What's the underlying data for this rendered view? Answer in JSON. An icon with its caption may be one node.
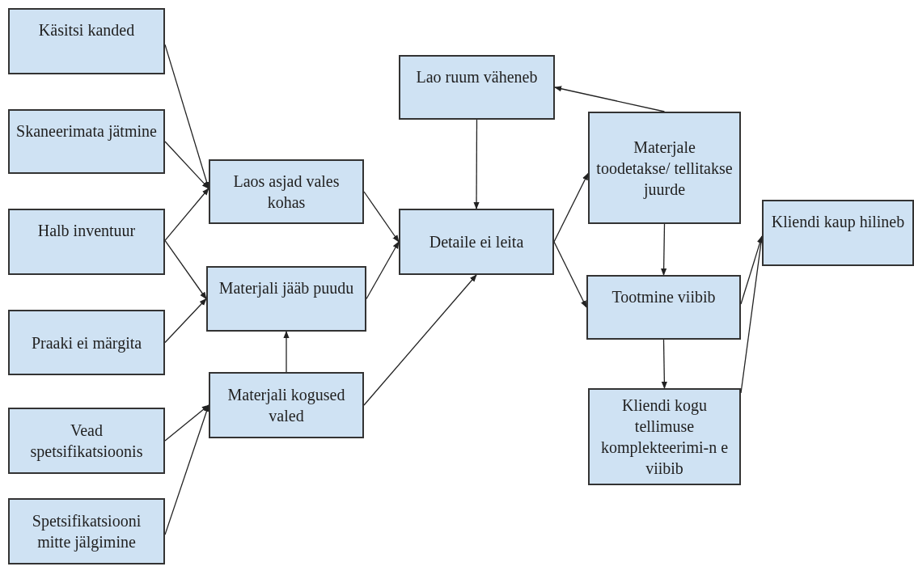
{
  "diagram": {
    "nodes": [
      {
        "text": [
          "Käsitsi kanded"
        ]
      },
      {
        "text": [
          "Skaneerimata jätmine"
        ]
      },
      {
        "text": [
          "Halb inventuur"
        ]
      },
      {
        "text": [
          "Laos asjad vales kohas"
        ]
      },
      {
        "text": [
          "Praaki ei märgita"
        ]
      },
      {
        "text": [
          "Materjali jääb puudu"
        ]
      },
      {
        "text": [
          "Vead spetsifikatsioonis"
        ]
      },
      {
        "text": [
          "Materjali kogused valed"
        ]
      },
      {
        "text": [
          "Spetsifikatsiooni mitte jälgimine"
        ]
      },
      {
        "text": [
          "Lao ruum väheneb"
        ]
      },
      {
        "text": [
          "Detaile ei leita"
        ]
      },
      {
        "text": [
          "Materjale toodetakse/ tellitakse juurde"
        ]
      },
      {
        "text": [
          "Tootmine viibib"
        ]
      },
      {
        "text": [
          "Kliendi kogu tellimuse komplekteerimi-n e viibib"
        ]
      },
      {
        "text": [
          "Kliendi kaup hilineb"
        ]
      }
    ],
    "edges": [
      {
        "from": 0,
        "to": 3,
        "arrow": "to"
      },
      {
        "from": 1,
        "to": 3,
        "arrow": "to"
      },
      {
        "from": 2,
        "to": 3,
        "arrow": "to"
      },
      {
        "from": 2,
        "to": 5,
        "arrow": "to"
      },
      {
        "from": 4,
        "to": 5,
        "arrow": "to"
      },
      {
        "from": 7,
        "to": 5,
        "arrow": "to"
      },
      {
        "from": 6,
        "to": 7,
        "arrow": "to"
      },
      {
        "from": 8,
        "to": 7,
        "arrow": "to"
      },
      {
        "from": 3,
        "to": 10,
        "arrow": "to"
      },
      {
        "from": 5,
        "to": 10,
        "arrow": "to"
      },
      {
        "from": 7,
        "to": 10,
        "arrow": "to"
      },
      {
        "from": 9,
        "to": 10,
        "arrow": "to"
      },
      {
        "from": 11,
        "to": 9,
        "arrow": "to"
      },
      {
        "from": 10,
        "to": 11,
        "arrow": "to"
      },
      {
        "from": 10,
        "to": 12,
        "arrow": "to"
      },
      {
        "from": 11,
        "to": 12,
        "arrow": "to"
      },
      {
        "from": 12,
        "to": 13,
        "arrow": "to"
      },
      {
        "from": 12,
        "to": 14,
        "arrow": "to"
      },
      {
        "from": 13,
        "to": 14,
        "arrow": "to"
      }
    ]
  }
}
